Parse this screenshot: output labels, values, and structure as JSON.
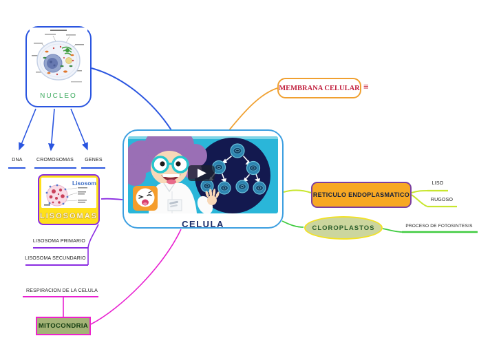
{
  "app": {
    "type": "mind-map"
  },
  "center": {
    "label": "CELULA",
    "media": {
      "kind": "video-thumbnail",
      "play_icon": "play-triangle"
    }
  },
  "branches": {
    "nucleo": {
      "label": "NUCLEO",
      "children": [
        {
          "label": "DNA"
        },
        {
          "label": "CROMOSOMAS"
        },
        {
          "label": "GENES"
        }
      ]
    },
    "membrana": {
      "label": "MEMBRANA CELULAR",
      "notes_icon": "≡"
    },
    "lisosomas": {
      "label": "LISOSOMAS",
      "image_title": "Lisosoma",
      "children": [
        {
          "label": "LISOSOMA PRIMARIO"
        },
        {
          "label": "LISOSOMA SECUNDARIO"
        }
      ]
    },
    "mitocondria": {
      "label": "MITOCONDRIA",
      "children": [
        {
          "label": "RESPIRACION DE LA CELULA"
        }
      ]
    },
    "reticulo": {
      "label": "RETICULO ENDOPLASMATICO",
      "children": [
        {
          "label": "LISO"
        },
        {
          "label": "RUGOSO"
        }
      ]
    },
    "cloroplastos": {
      "label": "CLOROPLASTOS",
      "children": [
        {
          "label": "PROCESO DE FOTOSINTESIS"
        }
      ]
    }
  },
  "palette": {
    "nucleo_line": "#2a55e0",
    "lisosomas_line": "#8a2be2",
    "mitocondria_line": "#e820d0",
    "membrana_line": "#f0a030",
    "reticulo_line": "#c8e62e",
    "cloroplastos_line": "#3ecb3e",
    "lisosomas_fill": "#ffe01a",
    "mitocondria_fill": "#a4b377",
    "reticulo_fill": "#f7a823",
    "cloroplastos_fill": "#ccd69e",
    "membrana_text": "#c01e3c",
    "nucleo_text": "#3aa95c",
    "celula_text": "#1d2d69"
  }
}
